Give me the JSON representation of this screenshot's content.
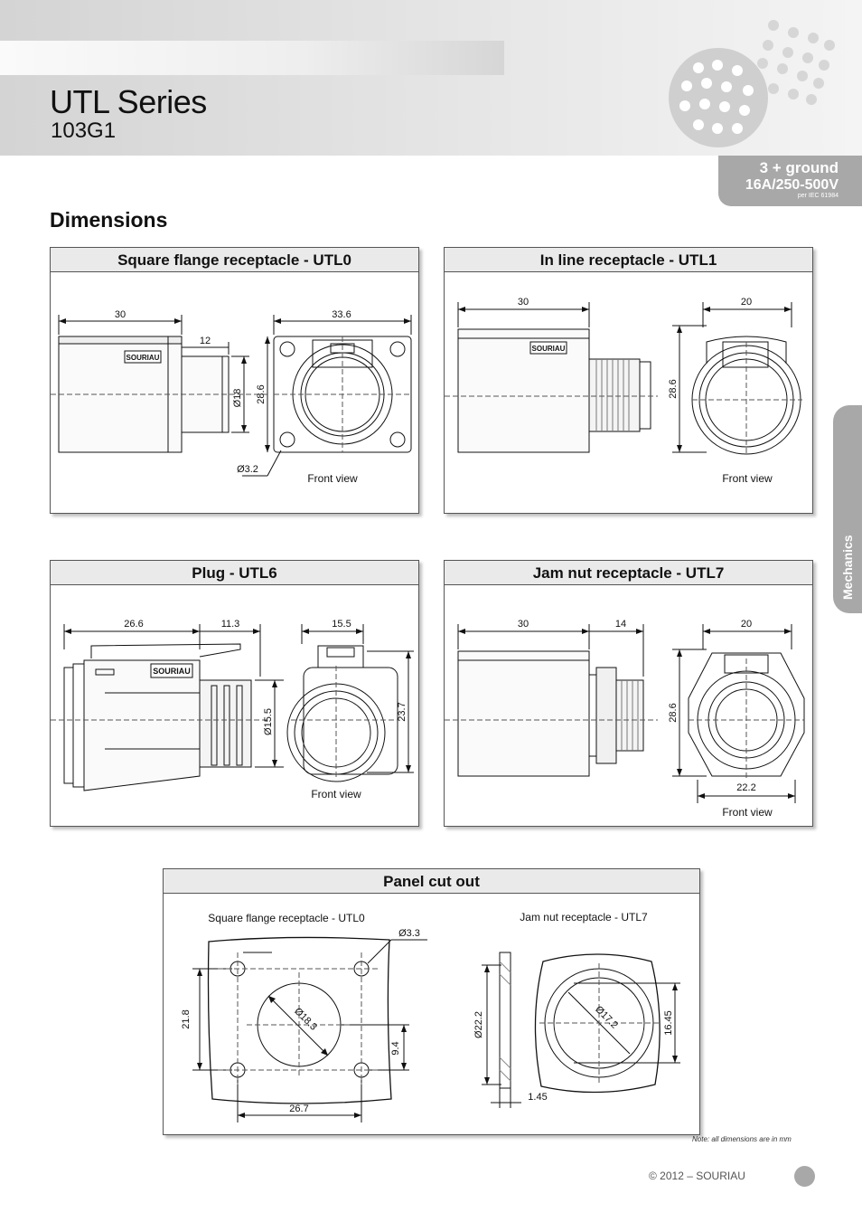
{
  "header": {
    "title": "UTL Series",
    "subtitle": "103G1"
  },
  "rating": {
    "line1": "3 + ground",
    "line2": "16A/250-500V",
    "note": "per IEC 61984"
  },
  "section_heading": "Dimensions",
  "side_tab": "Mechanics",
  "panels": {
    "utl0": {
      "title": "Square flange receptacle - UTL0",
      "dims": {
        "body_length": "30",
        "flange_width": "33.6",
        "shell_length": "12",
        "shell_diameter": "Ø18",
        "height": "28.6",
        "hole_diameter": "Ø3.2"
      },
      "brand": "SOURIAU",
      "view_label": "Front view"
    },
    "utl1": {
      "title": "In line receptacle - UTL1",
      "dims": {
        "body_length": "30",
        "front_width": "20",
        "height": "28.6"
      },
      "brand": "SOURIAU",
      "view_label": "Front view"
    },
    "utl6": {
      "title": "Plug - UTL6",
      "dims": {
        "body_length": "26.6",
        "nose_length": "11.3",
        "front_width": "15.5",
        "nose_diameter": "Ø15.5",
        "height": "23.7"
      },
      "brand": "SOURIAU",
      "view_label": "Front view"
    },
    "utl7": {
      "title": "Jam nut receptacle - UTL7",
      "dims": {
        "body_length": "30",
        "thread_length": "14",
        "front_width": "20",
        "height": "28.6",
        "nut_width": "22.2"
      },
      "view_label": "Front view"
    },
    "cutout": {
      "title": "Panel cut out",
      "left_caption": "Square flange receptacle - UTL0",
      "right_caption": "Jam nut receptacle - UTL7",
      "dims": {
        "hole": "Ø3.3",
        "bore": "Ø18.3",
        "vertical_pitch": "21.8",
        "half_pitch": "9.4",
        "horizontal_pitch": "26.7",
        "jam_diameter": "Ø22.2",
        "panel_thickness": "1.45",
        "jam_bore": "Ø17.2",
        "flat_width": "16.45"
      }
    }
  },
  "footer": {
    "note": "Note: all dimensions are in mm",
    "copyright": "© 2012 – SOURIAU"
  },
  "colors": {
    "accent_gray": "#a8a8a8",
    "panel_header": "#eaeaea"
  }
}
